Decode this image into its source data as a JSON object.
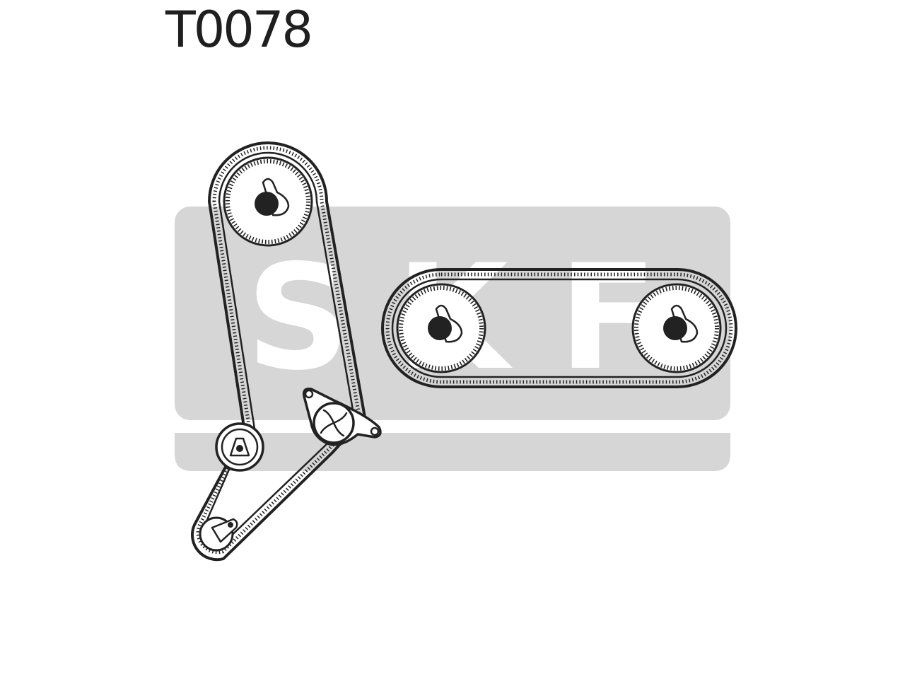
{
  "diagram": {
    "code": "T0078",
    "watermark_letters": [
      "S",
      "K",
      "F"
    ]
  },
  "colors": {
    "ink": "#222222",
    "watermark_band": "#d6d6d6",
    "watermark_letters": "#ffffff",
    "background": "#ffffff"
  },
  "parts": {
    "camshaft_pulley": "gear-pulley",
    "shaft_pulley_left": "gear-pulley",
    "shaft_pulley_right": "gear-pulley",
    "water_pump": "pump-impeller",
    "tensioner": "idler-roller",
    "crank_pulley": "crank-sprocket",
    "belt_main": "toothed-belt",
    "belt_secondary": "toothed-belt"
  }
}
